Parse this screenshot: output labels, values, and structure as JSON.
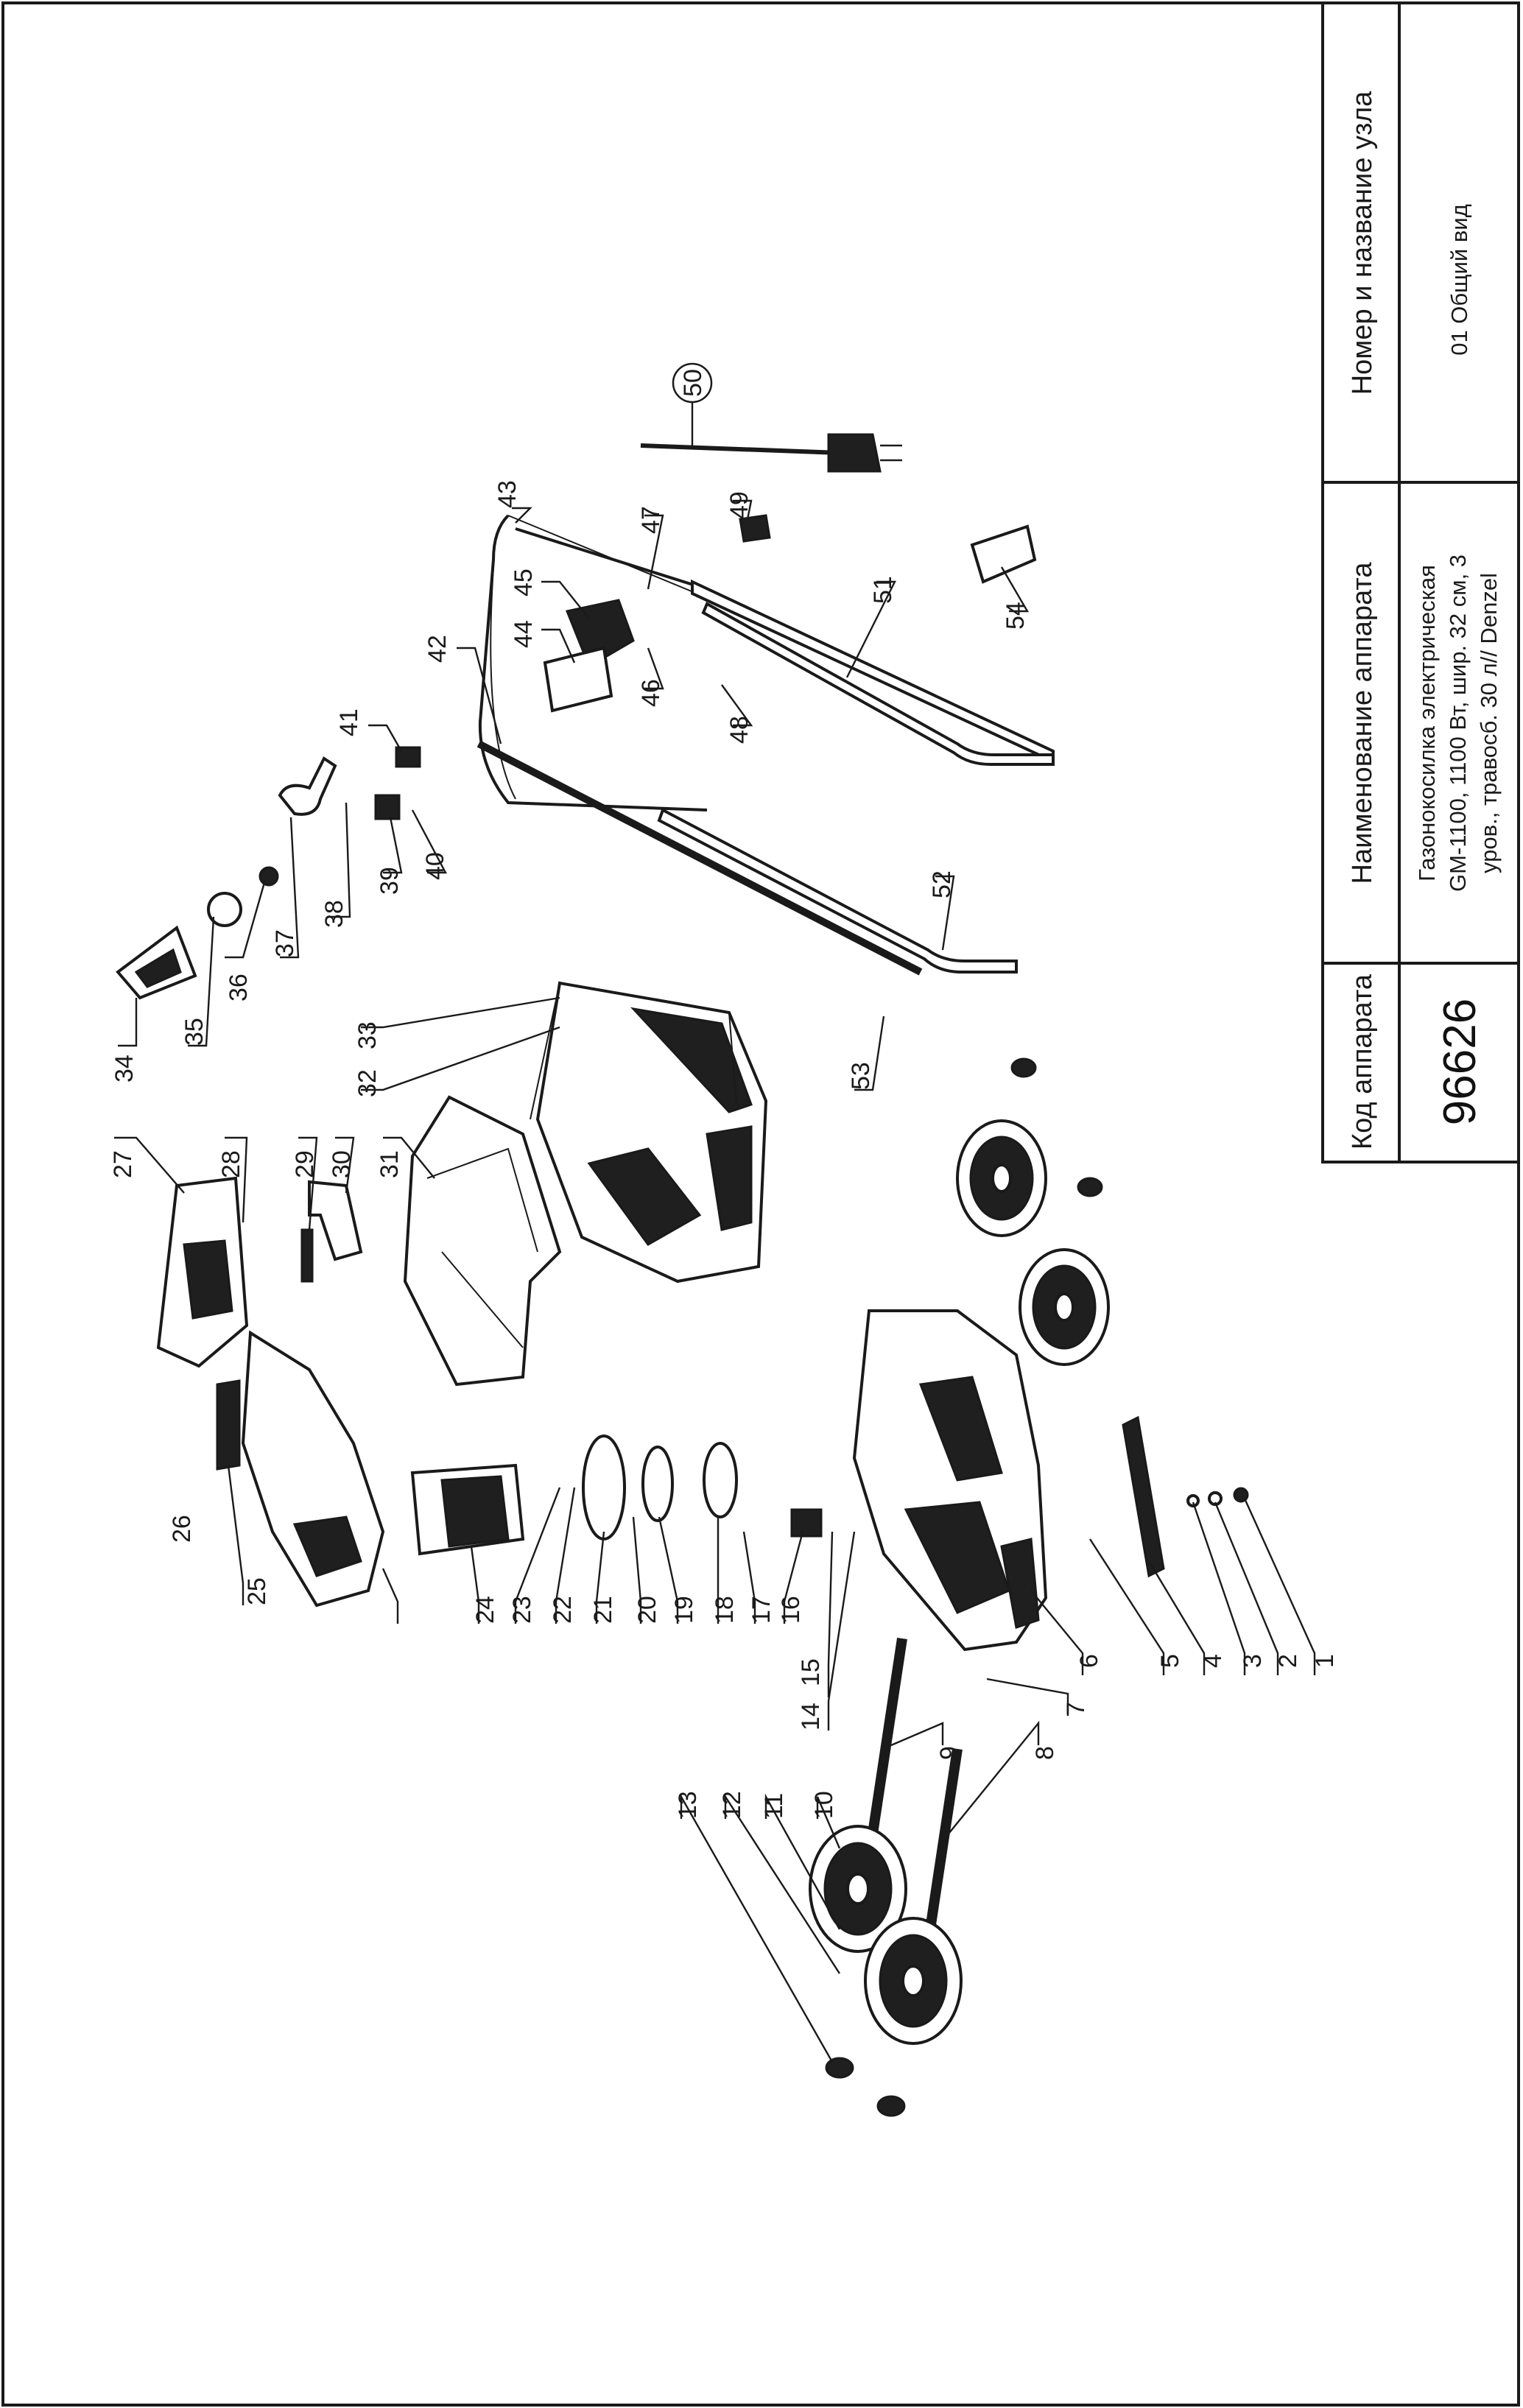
{
  "title_block": {
    "col_code_header": "Код аппарата",
    "col_name_header": "Наименование аппарата",
    "col_node_header": "Номер и название узла",
    "code_value": "96626",
    "name_value_line1": "Газонокосилка электрическая",
    "name_value_line2": "GM-1100, 1100 Вт, шир. 32 см, 3",
    "name_value_line3": "уров., травосб. 30 л// Denzel",
    "node_value": "01 Общий вид"
  },
  "callouts": [
    "1",
    "2",
    "3",
    "4",
    "5",
    "6",
    "7",
    "8",
    "9",
    "10",
    "11",
    "12",
    "13",
    "14",
    "15",
    "16",
    "17",
    "18",
    "19",
    "20",
    "21",
    "22",
    "23",
    "24",
    "25",
    "26",
    "27",
    "28",
    "29",
    "30",
    "31",
    "32",
    "33",
    "34",
    "35",
    "36",
    "37",
    "38",
    "39",
    "40",
    "41",
    "42",
    "43",
    "44",
    "45",
    "46",
    "47",
    "48",
    "49",
    "50",
    "51",
    "52",
    "53",
    "54"
  ],
  "colors": {
    "line": "#1a1a1a",
    "paper": "#ffffff",
    "fill_dark": "#1f1f1f"
  }
}
